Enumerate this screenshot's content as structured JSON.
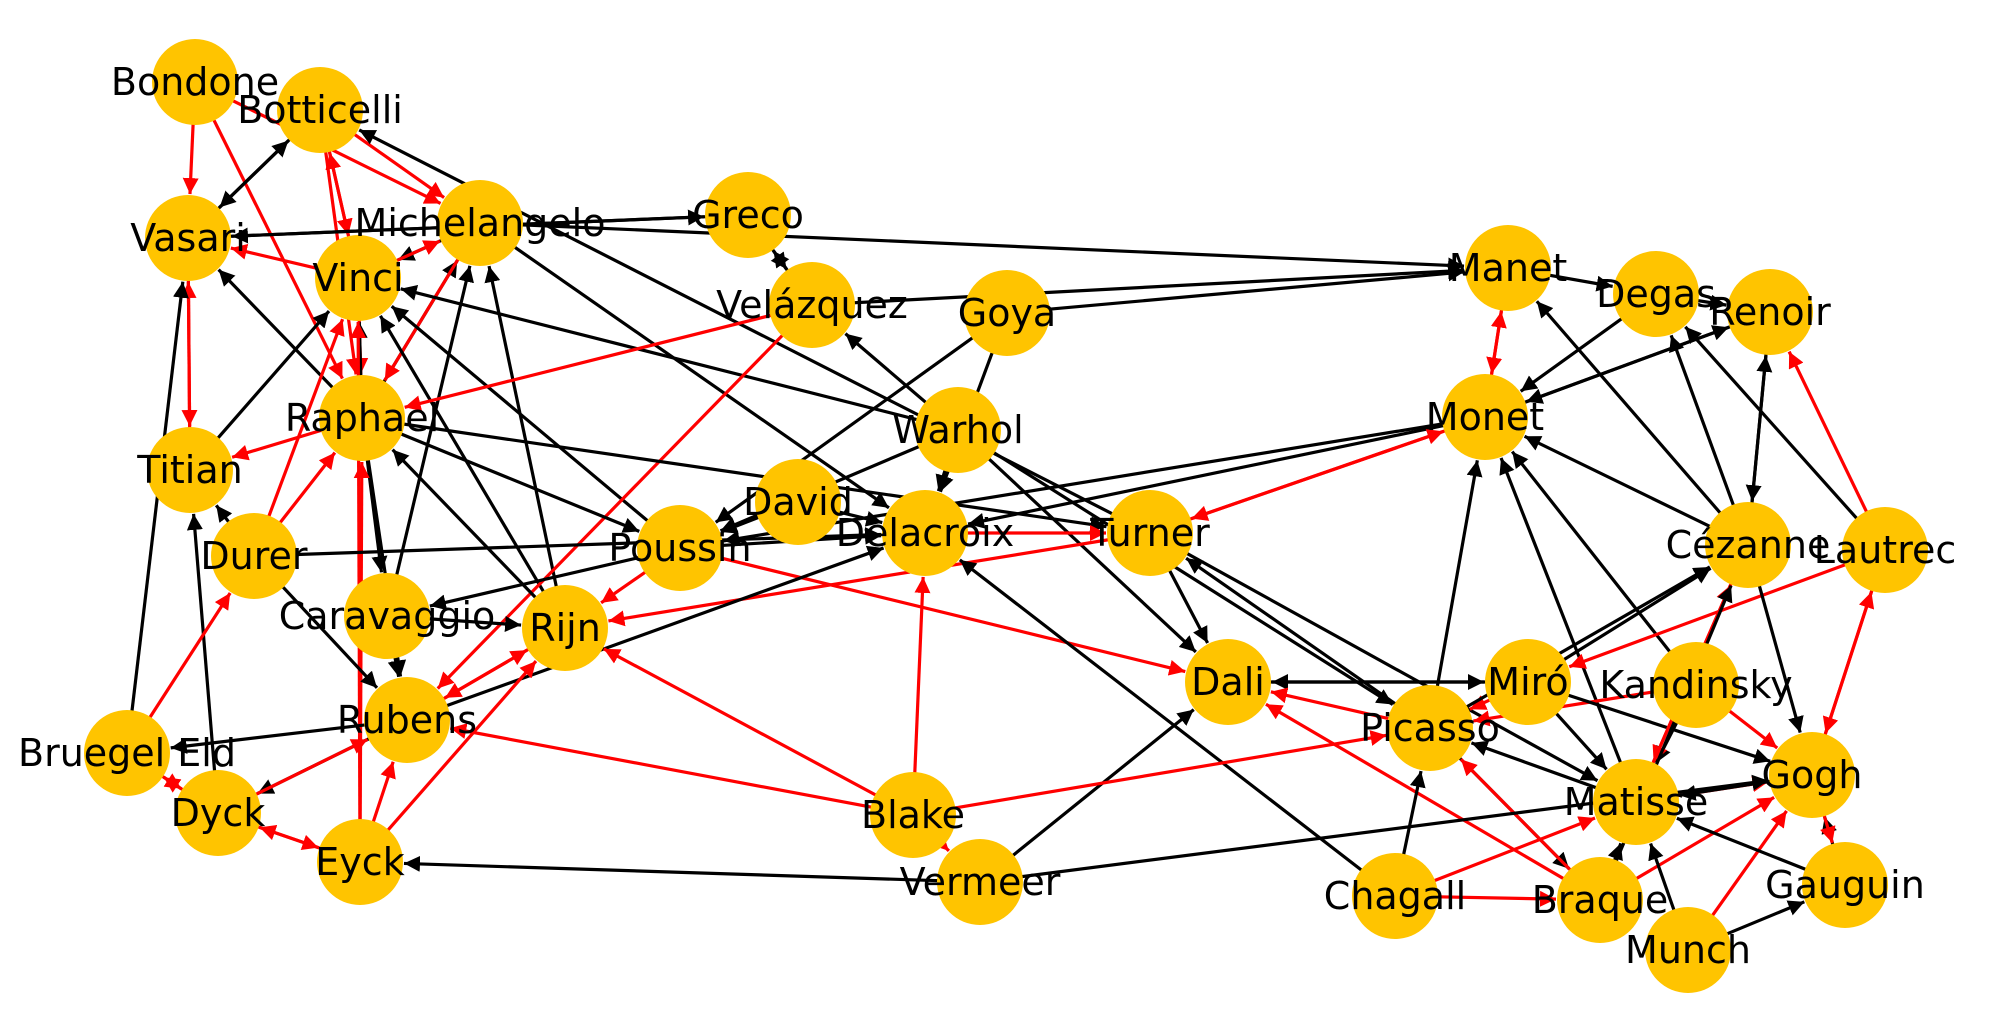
{
  "colors": {
    "node": "#FFC400",
    "edge_black": "#000000",
    "edge_red": "#FF0000",
    "background": "#FFFFFF"
  },
  "nodes": [
    {
      "id": "Bondone",
      "label": "Bondone"
    },
    {
      "id": "Botticelli",
      "label": "Botticelli"
    },
    {
      "id": "Vasari",
      "label": "Vasari"
    },
    {
      "id": "Michelangelo",
      "label": "Michelangelo"
    },
    {
      "id": "Greco",
      "label": "Greco"
    },
    {
      "id": "Vinci",
      "label": "Vinci"
    },
    {
      "id": "Velazquez",
      "label": "Velázquez"
    },
    {
      "id": "Goya",
      "label": "Goya"
    },
    {
      "id": "Manet",
      "label": "Manet"
    },
    {
      "id": "Degas",
      "label": "Degas"
    },
    {
      "id": "Renoir",
      "label": "Renoir"
    },
    {
      "id": "Raphael",
      "label": "Raphael"
    },
    {
      "id": "Titian",
      "label": "Titian"
    },
    {
      "id": "Warhol",
      "label": "Warhol"
    },
    {
      "id": "Monet",
      "label": "Monet"
    },
    {
      "id": "David",
      "label": "David"
    },
    {
      "id": "Durer",
      "label": "Durer"
    },
    {
      "id": "Poussin",
      "label": "Poussin"
    },
    {
      "id": "Delacroix",
      "label": "Delacroix"
    },
    {
      "id": "Turner",
      "label": "Turner"
    },
    {
      "id": "Cezanne",
      "label": "Cézanne"
    },
    {
      "id": "Lautrec",
      "label": "Lautrec"
    },
    {
      "id": "Caravaggio",
      "label": "Caravaggio"
    },
    {
      "id": "Rijn",
      "label": "Rijn"
    },
    {
      "id": "Dali",
      "label": "Dali"
    },
    {
      "id": "Miro",
      "label": "Miró"
    },
    {
      "id": "Kandinsky",
      "label": "Kandinsky"
    },
    {
      "id": "Rubens",
      "label": "Rubens"
    },
    {
      "id": "Picasso",
      "label": "Picasso"
    },
    {
      "id": "BruegelEld",
      "label": "Bruegel Eld"
    },
    {
      "id": "Gogh",
      "label": "Gogh"
    },
    {
      "id": "Dyck",
      "label": "Dyck"
    },
    {
      "id": "Blake",
      "label": "Blake"
    },
    {
      "id": "Matisse",
      "label": "Matisse"
    },
    {
      "id": "Eyck",
      "label": "Eyck"
    },
    {
      "id": "Vermeer",
      "label": "Vermeer"
    },
    {
      "id": "Chagall",
      "label": "Chagall"
    },
    {
      "id": "Braque",
      "label": "Braque"
    },
    {
      "id": "Gauguin",
      "label": "Gauguin"
    },
    {
      "id": "Munch",
      "label": "Munch"
    }
  ],
  "edges": [
    {
      "source": "Bondone",
      "target": "Vasari",
      "color": "red"
    },
    {
      "source": "Bondone",
      "target": "Raphael",
      "color": "red"
    },
    {
      "source": "Bondone",
      "target": "Michelangelo",
      "color": "red"
    },
    {
      "source": "Botticelli",
      "target": "Vasari",
      "color": "black"
    },
    {
      "source": "Vasari",
      "target": "Botticelli",
      "color": "black"
    },
    {
      "source": "Botticelli",
      "target": "Michelangelo",
      "color": "red"
    },
    {
      "source": "Botticelli",
      "target": "Vinci",
      "color": "red"
    },
    {
      "source": "Vinci",
      "target": "Botticelli",
      "color": "red"
    },
    {
      "source": "Botticelli",
      "target": "Raphael",
      "color": "red"
    },
    {
      "source": "Vasari",
      "target": "Titian",
      "color": "red"
    },
    {
      "source": "Titian",
      "target": "Vasari",
      "color": "red"
    },
    {
      "source": "Greco",
      "target": "Vasari",
      "color": "black"
    },
    {
      "source": "Vasari",
      "target": "Greco",
      "color": "black"
    },
    {
      "source": "Vinci",
      "target": "Vasari",
      "color": "red"
    },
    {
      "source": "Raphael",
      "target": "Vasari",
      "color": "black"
    },
    {
      "source": "BruegelEld",
      "target": "Vasari",
      "color": "black"
    },
    {
      "source": "Michelangelo",
      "target": "Vinci",
      "color": "black"
    },
    {
      "source": "Vinci",
      "target": "Michelangelo",
      "color": "red"
    },
    {
      "source": "Raphael",
      "target": "Michelangelo",
      "color": "black"
    },
    {
      "source": "Michelangelo",
      "target": "Raphael",
      "color": "red"
    },
    {
      "source": "Caravaggio",
      "target": "Michelangelo",
      "color": "black"
    },
    {
      "source": "Michelangelo",
      "target": "Delacroix",
      "color": "black"
    },
    {
      "source": "Rijn",
      "target": "Michelangelo",
      "color": "black"
    },
    {
      "source": "Michelangelo",
      "target": "Manet",
      "color": "black"
    },
    {
      "source": "Turner",
      "target": "Botticelli",
      "color": "black"
    },
    {
      "source": "Greco",
      "target": "Velazquez",
      "color": "black"
    },
    {
      "source": "Velazquez",
      "target": "Greco",
      "color": "black"
    },
    {
      "source": "Vinci",
      "target": "Raphael",
      "color": "red"
    },
    {
      "source": "Raphael",
      "target": "Vinci",
      "color": "black"
    },
    {
      "source": "Titian",
      "target": "Vinci",
      "color": "black"
    },
    {
      "source": "Durer",
      "target": "Vinci",
      "color": "red"
    },
    {
      "source": "Poussin",
      "target": "Vinci",
      "color": "black"
    },
    {
      "source": "Rijn",
      "target": "Vinci",
      "color": "black"
    },
    {
      "source": "Eyck",
      "target": "Vinci",
      "color": "red"
    },
    {
      "source": "Warhol",
      "target": "Vinci",
      "color": "black"
    },
    {
      "source": "Velazquez",
      "target": "Raphael",
      "color": "red"
    },
    {
      "source": "Velazquez",
      "target": "Rubens",
      "color": "red"
    },
    {
      "source": "Velazquez",
      "target": "Manet",
      "color": "black"
    },
    {
      "source": "Warhol",
      "target": "Velazquez",
      "color": "black"
    },
    {
      "source": "Goya",
      "target": "Manet",
      "color": "black"
    },
    {
      "source": "Goya",
      "target": "Poussin",
      "color": "black"
    },
    {
      "source": "Goya",
      "target": "Delacroix",
      "color": "black"
    },
    {
      "source": "Manet",
      "target": "Monet",
      "color": "red"
    },
    {
      "source": "Monet",
      "target": "Manet",
      "color": "red"
    },
    {
      "source": "Manet",
      "target": "Degas",
      "color": "black"
    },
    {
      "source": "Degas",
      "target": "Monet",
      "color": "black"
    },
    {
      "source": "Degas",
      "target": "Renoir",
      "color": "black"
    },
    {
      "source": "Renoir",
      "target": "Monet",
      "color": "black"
    },
    {
      "source": "Monet",
      "target": "Renoir",
      "color": "black"
    },
    {
      "source": "Renoir",
      "target": "Cezanne",
      "color": "black"
    },
    {
      "source": "Cezanne",
      "target": "Renoir",
      "color": "black"
    },
    {
      "source": "Lautrec",
      "target": "Renoir",
      "color": "red"
    },
    {
      "source": "Cezanne",
      "target": "Degas",
      "color": "black"
    },
    {
      "source": "Lautrec",
      "target": "Degas",
      "color": "black"
    },
    {
      "source": "Cezanne",
      "target": "Manet",
      "color": "black"
    },
    {
      "source": "Raphael",
      "target": "Titian",
      "color": "red"
    },
    {
      "source": "Durer",
      "target": "Raphael",
      "color": "red"
    },
    {
      "source": "Raphael",
      "target": "Caravaggio",
      "color": "black"
    },
    {
      "source": "Raphael",
      "target": "Rubens",
      "color": "black"
    },
    {
      "source": "Rijn",
      "target": "Raphael",
      "color": "black"
    },
    {
      "source": "Raphael",
      "target": "Poussin",
      "color": "black"
    },
    {
      "source": "Raphael",
      "target": "Turner",
      "color": "black"
    },
    {
      "source": "Eyck",
      "target": "Raphael",
      "color": "red"
    },
    {
      "source": "Durer",
      "target": "Titian",
      "color": "black"
    },
    {
      "source": "Dyck",
      "target": "Titian",
      "color": "black"
    },
    {
      "source": "Warhol",
      "target": "Poussin",
      "color": "black"
    },
    {
      "source": "Warhol",
      "target": "Delacroix",
      "color": "black"
    },
    {
      "source": "Warhol",
      "target": "Dali",
      "color": "black"
    },
    {
      "source": "Warhol",
      "target": "Picasso",
      "color": "black"
    },
    {
      "source": "Monet",
      "target": "Poussin",
      "color": "black"
    },
    {
      "source": "Monet",
      "target": "Delacroix",
      "color": "black"
    },
    {
      "source": "Turner",
      "target": "Monet",
      "color": "red"
    },
    {
      "source": "Monet",
      "target": "Turner",
      "color": "red"
    },
    {
      "source": "Picasso",
      "target": "Monet",
      "color": "black"
    },
    {
      "source": "Matisse",
      "target": "Monet",
      "color": "black"
    },
    {
      "source": "Kandinsky",
      "target": "Monet",
      "color": "black"
    },
    {
      "source": "Cezanne",
      "target": "Monet",
      "color": "black"
    },
    {
      "source": "David",
      "target": "Poussin",
      "color": "black"
    },
    {
      "source": "David",
      "target": "Delacroix",
      "color": "black"
    },
    {
      "source": "Poussin",
      "target": "Delacroix",
      "color": "black"
    },
    {
      "source": "Durer",
      "target": "Delacroix",
      "color": "black"
    },
    {
      "source": "Poussin",
      "target": "Caravaggio",
      "color": "black"
    },
    {
      "source": "Poussin",
      "target": "Rijn",
      "color": "red"
    },
    {
      "source": "Poussin",
      "target": "Dali",
      "color": "red"
    },
    {
      "source": "Delacroix",
      "target": "Turner",
      "color": "red"
    },
    {
      "source": "Turner",
      "target": "Rijn",
      "color": "red"
    },
    {
      "source": "Rubens",
      "target": "Delacroix",
      "color": "black"
    },
    {
      "source": "Chagall",
      "target": "Delacroix",
      "color": "black"
    },
    {
      "source": "Blake",
      "target": "Delacroix",
      "color": "red"
    },
    {
      "source": "Turner",
      "target": "Dali",
      "color": "black"
    },
    {
      "source": "Picasso",
      "target": "Turner",
      "color": "black"
    },
    {
      "source": "Turner",
      "target": "Matisse",
      "color": "black"
    },
    {
      "source": "Caravaggio",
      "target": "Rijn",
      "color": "black"
    },
    {
      "source": "Caravaggio",
      "target": "Rubens",
      "color": "black"
    },
    {
      "source": "Rubens",
      "target": "Rijn",
      "color": "red"
    },
    {
      "source": "Rijn",
      "target": "Rubens",
      "color": "red"
    },
    {
      "source": "Eyck",
      "target": "Rijn",
      "color": "red"
    },
    {
      "source": "Blake",
      "target": "Rijn",
      "color": "red"
    },
    {
      "source": "Dali",
      "target": "Miro",
      "color": "black"
    },
    {
      "source": "Miro",
      "target": "Dali",
      "color": "black"
    },
    {
      "source": "Picasso",
      "target": "Dali",
      "color": "red"
    },
    {
      "source": "Braque",
      "target": "Dali",
      "color": "red"
    },
    {
      "source": "Vermeer",
      "target": "Dali",
      "color": "black"
    },
    {
      "source": "Miro",
      "target": "Picasso",
      "color": "red"
    },
    {
      "source": "Kandinsky",
      "target": "Picasso",
      "color": "red"
    },
    {
      "source": "Miro",
      "target": "Cezanne",
      "color": "black"
    },
    {
      "source": "Picasso",
      "target": "Cezanne",
      "color": "black"
    },
    {
      "source": "Miro",
      "target": "Matisse",
      "color": "black"
    },
    {
      "source": "Miro",
      "target": "Gogh",
      "color": "black"
    },
    {
      "source": "Kandinsky",
      "target": "Gogh",
      "color": "red"
    },
    {
      "source": "Kandinsky",
      "target": "Matisse",
      "color": "black"
    },
    {
      "source": "Lautrec",
      "target": "Miro",
      "color": "red"
    },
    {
      "source": "Cezanne",
      "target": "Matisse",
      "color": "red"
    },
    {
      "source": "Matisse",
      "target": "Cezanne",
      "color": "red"
    },
    {
      "source": "Cezanne",
      "target": "Gogh",
      "color": "black"
    },
    {
      "source": "Braque",
      "target": "Cezanne",
      "color": "black"
    },
    {
      "source": "Lautrec",
      "target": "Gogh",
      "color": "red"
    },
    {
      "source": "Gogh",
      "target": "Lautrec",
      "color": "red"
    },
    {
      "source": "Matisse",
      "target": "Picasso",
      "color": "black"
    },
    {
      "source": "Picasso",
      "target": "Braque",
      "color": "black"
    },
    {
      "source": "Braque",
      "target": "Picasso",
      "color": "red"
    },
    {
      "source": "Chagall",
      "target": "Picasso",
      "color": "black"
    },
    {
      "source": "Blake",
      "target": "Picasso",
      "color": "red"
    },
    {
      "source": "Matisse",
      "target": "Gogh",
      "color": "red"
    },
    {
      "source": "Gogh",
      "target": "Matisse",
      "color": "black"
    },
    {
      "source": "Gauguin",
      "target": "Gogh",
      "color": "black"
    },
    {
      "source": "Gogh",
      "target": "Gauguin",
      "color": "red"
    },
    {
      "source": "Munch",
      "target": "Gogh",
      "color": "red"
    },
    {
      "source": "Braque",
      "target": "Gogh",
      "color": "red"
    },
    {
      "source": "Vermeer",
      "target": "Gogh",
      "color": "black"
    },
    {
      "source": "Braque",
      "target": "Matisse",
      "color": "black"
    },
    {
      "source": "Munch",
      "target": "Matisse",
      "color": "black"
    },
    {
      "source": "Gauguin",
      "target": "Matisse",
      "color": "black"
    },
    {
      "source": "Chagall",
      "target": "Matisse",
      "color": "red"
    },
    {
      "source": "Munch",
      "target": "Gauguin",
      "color": "black"
    },
    {
      "source": "Chagall",
      "target": "Braque",
      "color": "red"
    },
    {
      "source": "Rubens",
      "target": "BruegelEld",
      "color": "black"
    },
    {
      "source": "Rubens",
      "target": "Dyck",
      "color": "black"
    },
    {
      "source": "Dyck",
      "target": "Rubens",
      "color": "red"
    },
    {
      "source": "Eyck",
      "target": "Rubens",
      "color": "red"
    },
    {
      "source": "Blake",
      "target": "Rubens",
      "color": "red"
    },
    {
      "source": "Durer",
      "target": "Rubens",
      "color": "black"
    },
    {
      "source": "BruegelEld",
      "target": "Durer",
      "color": "red"
    },
    {
      "source": "BruegelEld",
      "target": "Dyck",
      "color": "red"
    },
    {
      "source": "Dyck",
      "target": "BruegelEld",
      "color": "red"
    },
    {
      "source": "Dyck",
      "target": "Eyck",
      "color": "red"
    },
    {
      "source": "Eyck",
      "target": "Dyck",
      "color": "red"
    },
    {
      "source": "Vermeer",
      "target": "Eyck",
      "color": "black"
    },
    {
      "source": "Blake",
      "target": "Vermeer",
      "color": "red"
    }
  ]
}
